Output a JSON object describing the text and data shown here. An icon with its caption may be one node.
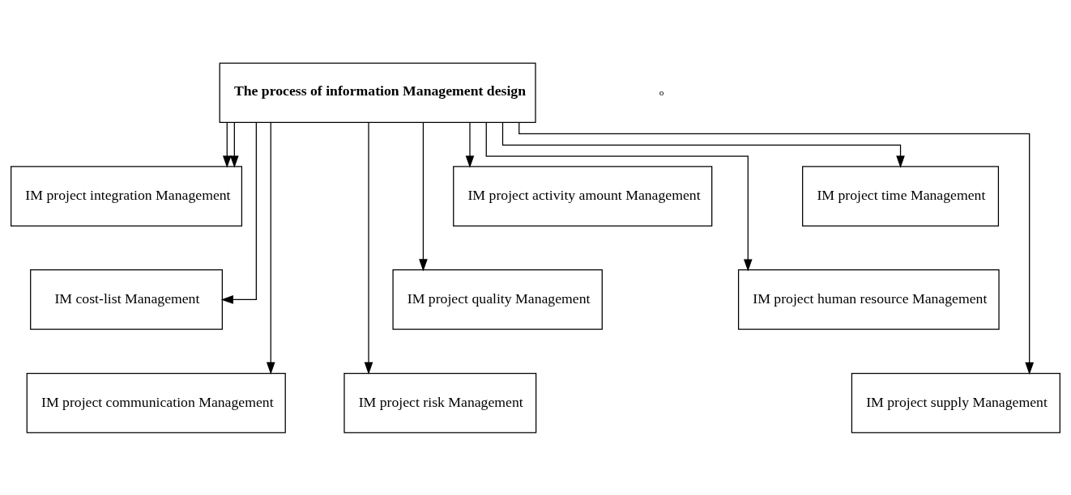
{
  "diagram": {
    "nodes": [
      {
        "text": [
          "The process of information Management design"
        ]
      },
      {
        "text": [
          "IM project integration Management"
        ]
      },
      {
        "text": [
          "IM cost-list Management"
        ]
      },
      {
        "text": [
          "IM project communication Management"
        ]
      },
      {
        "text": [
          "IM project activity amount Management"
        ]
      },
      {
        "text": [
          "IM project quality Management"
        ]
      },
      {
        "text": [
          "IM project risk Management"
        ]
      },
      {
        "text": [
          "IM project time Management"
        ]
      },
      {
        "text": [
          "IM project human resource Management"
        ]
      },
      {
        "text": [
          "IM project supply Management"
        ]
      }
    ],
    "edges": [
      {
        "from": 0,
        "to": 1,
        "arrow": "to"
      },
      {
        "from": 0,
        "to": 1,
        "arrow": "to"
      },
      {
        "from": 0,
        "to": 2,
        "arrow": "to"
      },
      {
        "from": 0,
        "to": 3,
        "arrow": "to"
      },
      {
        "from": 0,
        "to": 4,
        "arrow": "to"
      },
      {
        "from": 0,
        "to": 5,
        "arrow": "to"
      },
      {
        "from": 0,
        "to": 6,
        "arrow": "to"
      },
      {
        "from": 0,
        "to": 7,
        "arrow": "to"
      },
      {
        "from": 0,
        "to": 8,
        "arrow": "to"
      },
      {
        "from": 0,
        "to": 9,
        "arrow": "to"
      }
    ],
    "labels": [
      "o"
    ]
  }
}
